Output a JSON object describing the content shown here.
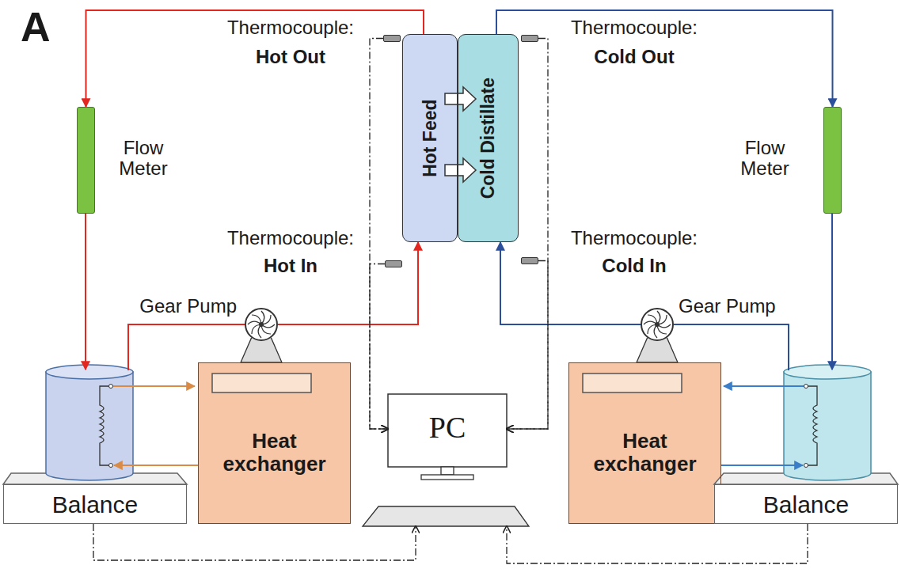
{
  "diagram": {
    "nodes": [
      {
        "text": [
          "Hot Feed"
        ]
      },
      {
        "text": [
          "Cold Distillate"
        ]
      },
      {
        "text": [
          "Flow Meter"
        ]
      },
      {
        "text": [
          "Flow Meter"
        ]
      },
      {
        "text": [
          "Gear Pump"
        ]
      },
      {
        "text": [
          "Gear Pump"
        ]
      },
      {
        "text": [
          "Thermocouple:",
          "Hot Out"
        ]
      },
      {
        "text": [
          "Thermocouple:",
          "Hot In"
        ]
      },
      {
        "text": [
          "Thermocouple:",
          "Cold Out"
        ]
      },
      {
        "text": [
          "Thermocouple:",
          "Cold In"
        ]
      },
      {
        "text": [
          "Heat exchanger"
        ]
      },
      {
        "text": [
          "Heat exchanger"
        ]
      },
      {
        "text": [
          "PC"
        ]
      },
      {
        "text": [
          "Balance"
        ]
      },
      {
        "text": [
          "Balance"
        ]
      }
    ],
    "edges": [
      {
        "from": 0,
        "to": 2,
        "arrow": "to"
      },
      {
        "from": 4,
        "to": 0,
        "arrow": "to"
      },
      {
        "from": 1,
        "to": 3,
        "arrow": "to"
      },
      {
        "from": 5,
        "to": 1,
        "arrow": "to"
      },
      {
        "from": 6,
        "to": 12,
        "arrow": "to"
      },
      {
        "from": 7,
        "to": 12,
        "arrow": "to"
      },
      {
        "from": 8,
        "to": 12,
        "arrow": "to"
      },
      {
        "from": 9,
        "to": 12,
        "arrow": "to"
      },
      {
        "from": 13,
        "to": 12,
        "arrow": "to"
      },
      {
        "from": 14,
        "to": 12,
        "arrow": "to"
      }
    ],
    "labels": [
      "A"
    ]
  }
}
